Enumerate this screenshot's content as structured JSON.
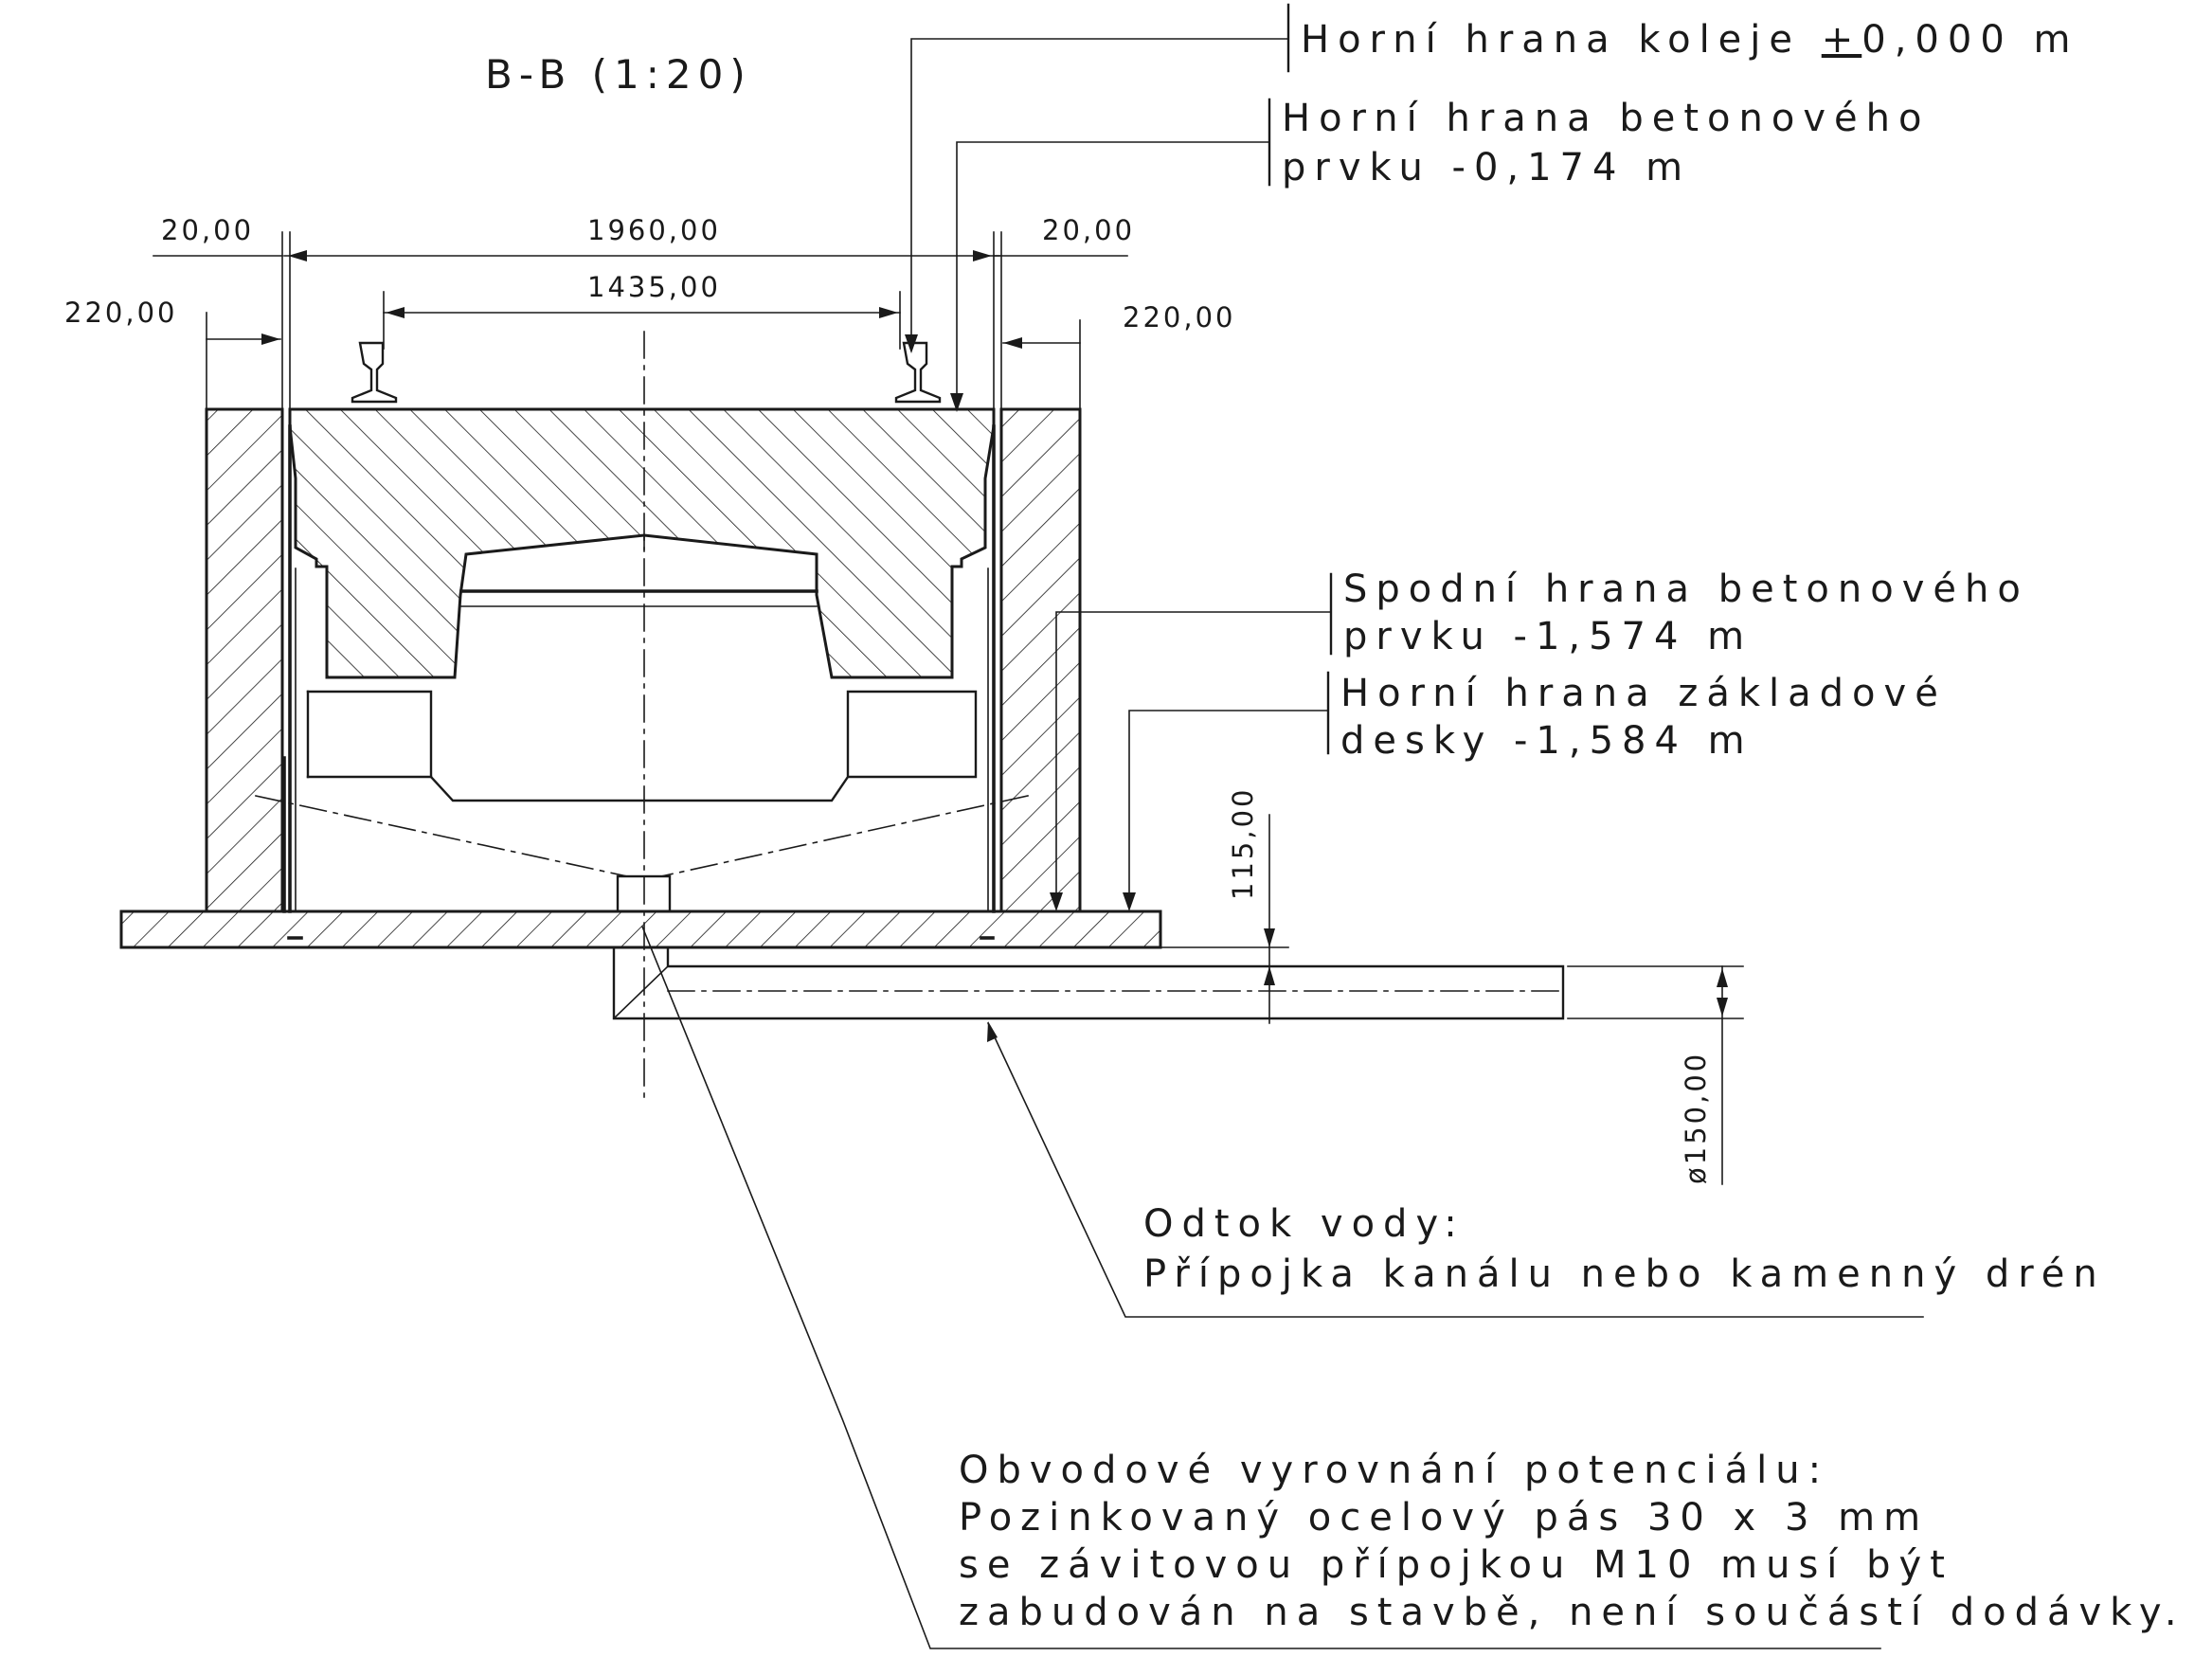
{
  "title": "B-B (1:20)",
  "dimensions": {
    "left_gap": "20,00",
    "overall_width": "1960,00",
    "right_gap": "20,00",
    "track_gauge": "1435,00",
    "left_wall": "220,00",
    "right_wall": "220,00",
    "pipe_offset": "115,00",
    "pipe_diameter": "ø150,00"
  },
  "levels": {
    "rail_top_prefix": "Horní hrana koleje ",
    "rail_top_pm": "+",
    "rail_top_value": "0,000 m",
    "element_top_line1": "Horní hrana betonového",
    "element_top_line2": "prvku -0,174 m",
    "element_bottom_line1": "Spodní hrana betonového",
    "element_bottom_line2": "prvku -1,574 m",
    "slab_top_line1": "Horní hrana základové",
    "slab_top_line2": "desky -1,584 m"
  },
  "drain_note": {
    "line1": "Odtok vody:",
    "line2": "Přípojka kanálu nebo kamenný drén"
  },
  "bonding_note": {
    "line1": "Obvodové vyrovnání potenciálu:",
    "line2": "Pozinkovaný ocelový pás 30 x 3 mm",
    "line3": "se závitovou přípojkou M10 musí být",
    "line4": "zabudován na stavbě, není součástí dodávky."
  }
}
